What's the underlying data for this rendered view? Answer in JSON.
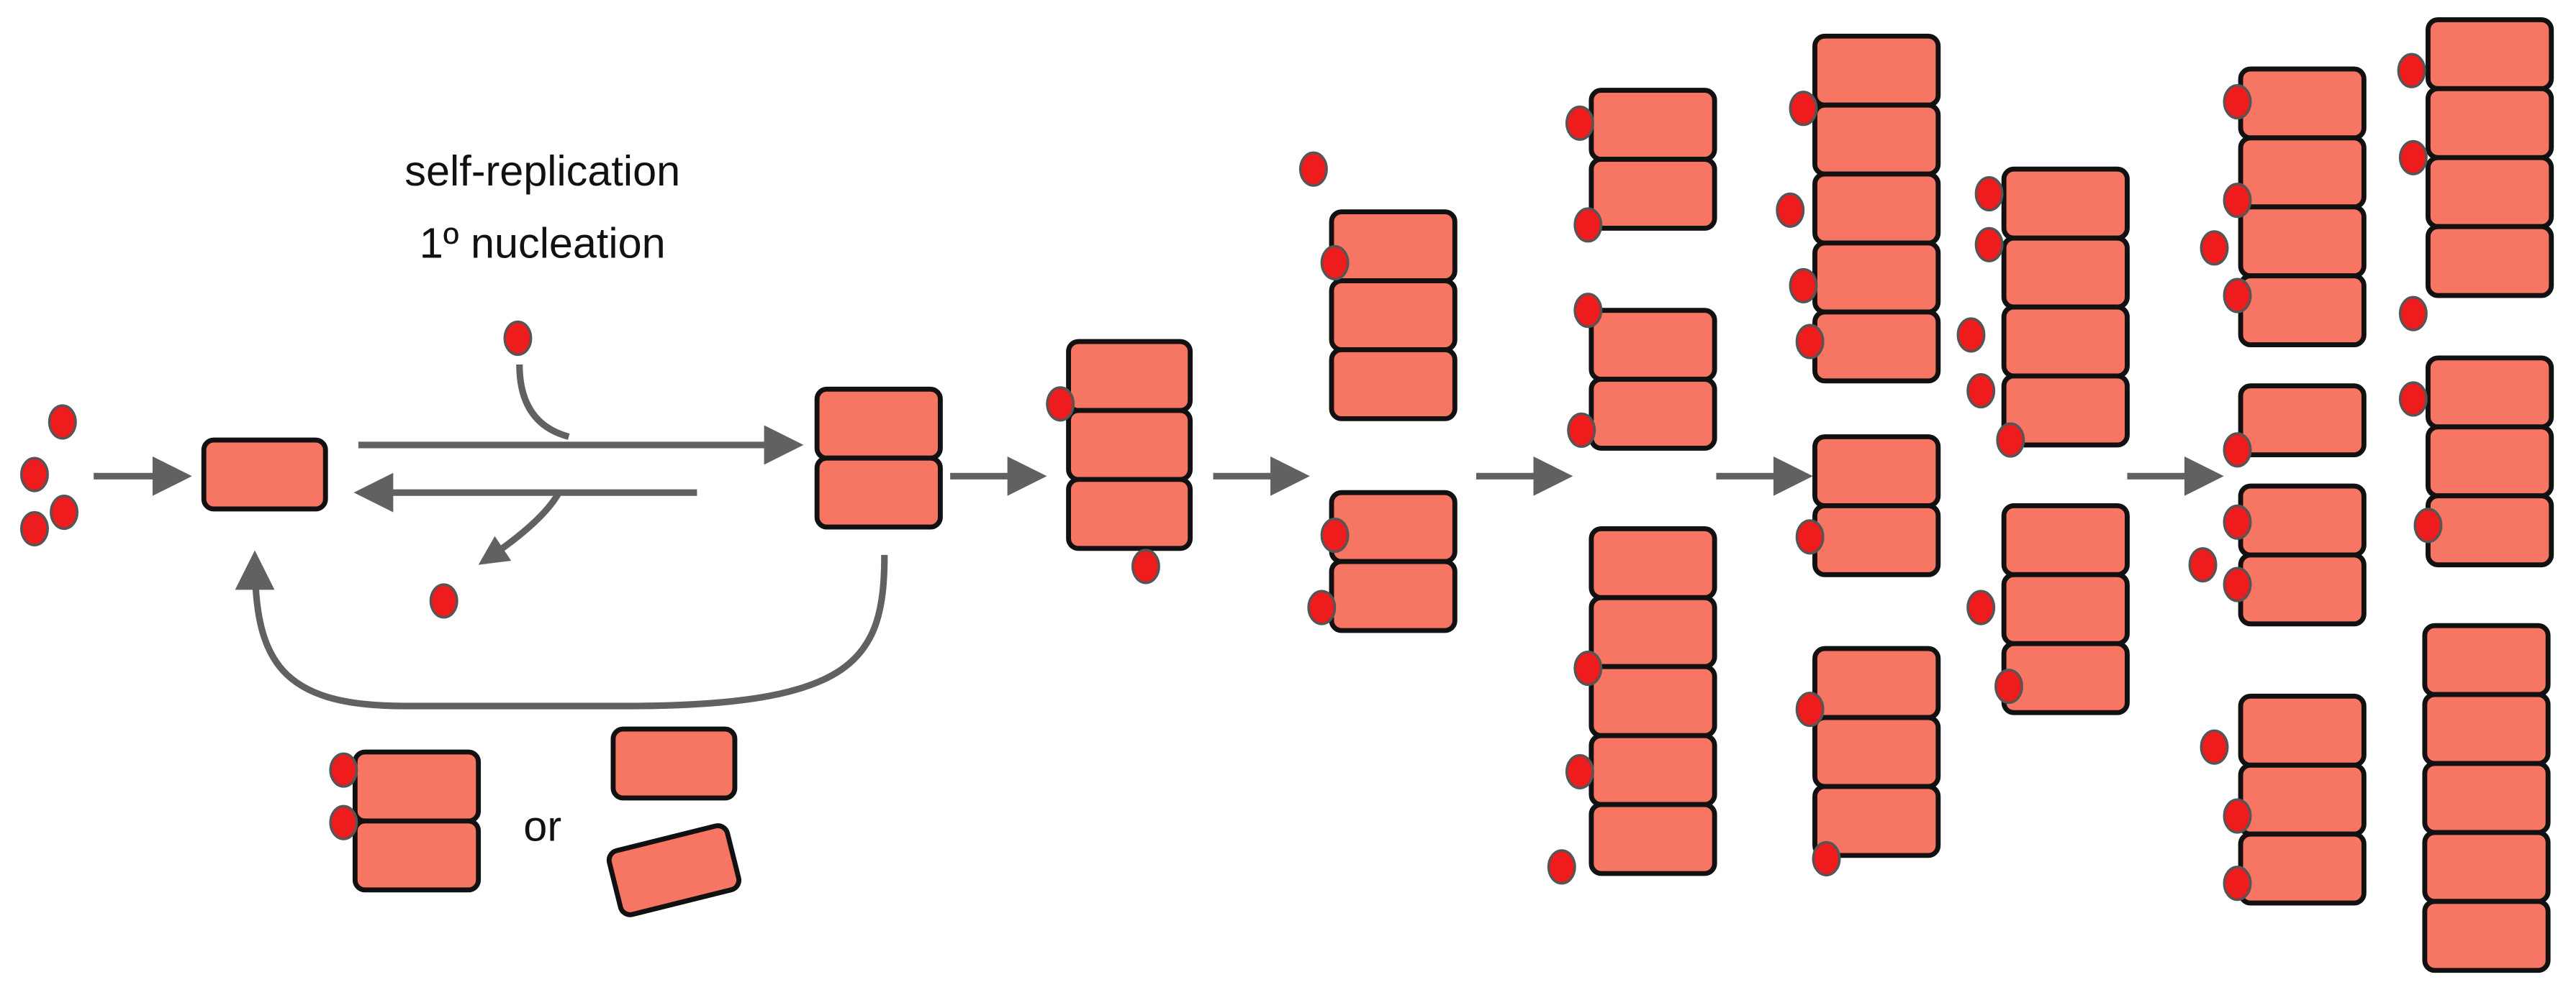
{
  "labels": {
    "line1": "self-replication",
    "line2": "1º nucleation",
    "or": "or"
  },
  "colors": {
    "block_fill": "#f77563",
    "block_stroke": "#111111",
    "monomer_fill": "#ee1c1c",
    "monomer_stroke": "#555555",
    "arrow": "#616161"
  }
}
